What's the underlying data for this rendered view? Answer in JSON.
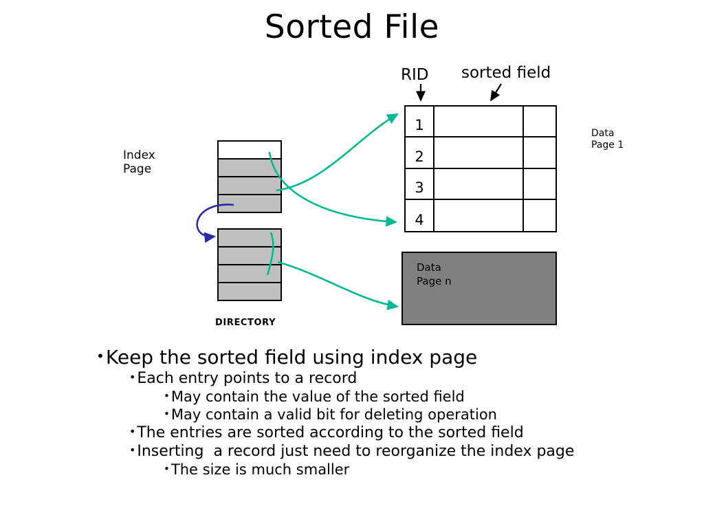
{
  "slide": {
    "title": "Sorted File"
  },
  "diagram": {
    "labels": {
      "rid": "RID",
      "sorted_field": "sorted field",
      "index_page": "Index\nPage",
      "data_page_1": "Data\nPage 1",
      "data_page_n": "Data\nPage n",
      "directory": "DIRECTORY"
    },
    "index_pages": [
      {
        "name": "index-page-top",
        "blocks": [
          {
            "filled": false
          },
          {
            "filled": true
          },
          {
            "filled": true
          },
          {
            "filled": true
          }
        ]
      },
      {
        "name": "index-page-bottom",
        "blocks": [
          {
            "filled": true
          },
          {
            "filled": true
          },
          {
            "filled": true
          },
          {
            "filled": true
          }
        ]
      }
    ],
    "data_page_1": {
      "rows": [
        "1",
        "2",
        "3",
        "4"
      ],
      "columns": 3
    },
    "colors": {
      "index_block_fill": "#bfbfbf",
      "index_block_empty": "#ffffff",
      "data_page_n_fill": "#808080",
      "pointer_arrow": "#00b894",
      "chain_arrow": "#2a2aa8",
      "outline": "#000000"
    }
  },
  "bullets": [
    {
      "level": 1,
      "text": "Keep the sorted field using index page"
    },
    {
      "level": 2,
      "text": "Each entry points to a record"
    },
    {
      "level": 3,
      "text": "May contain the value of the sorted field"
    },
    {
      "level": 3,
      "text": "May contain a valid bit for deleting operation"
    },
    {
      "level": 2,
      "text": "The entries are sorted according to the sorted field"
    },
    {
      "level": 2,
      "text": "Inserting  a record just need to reorganize the index page"
    },
    {
      "level": 3,
      "text": "The size is much smaller"
    }
  ]
}
